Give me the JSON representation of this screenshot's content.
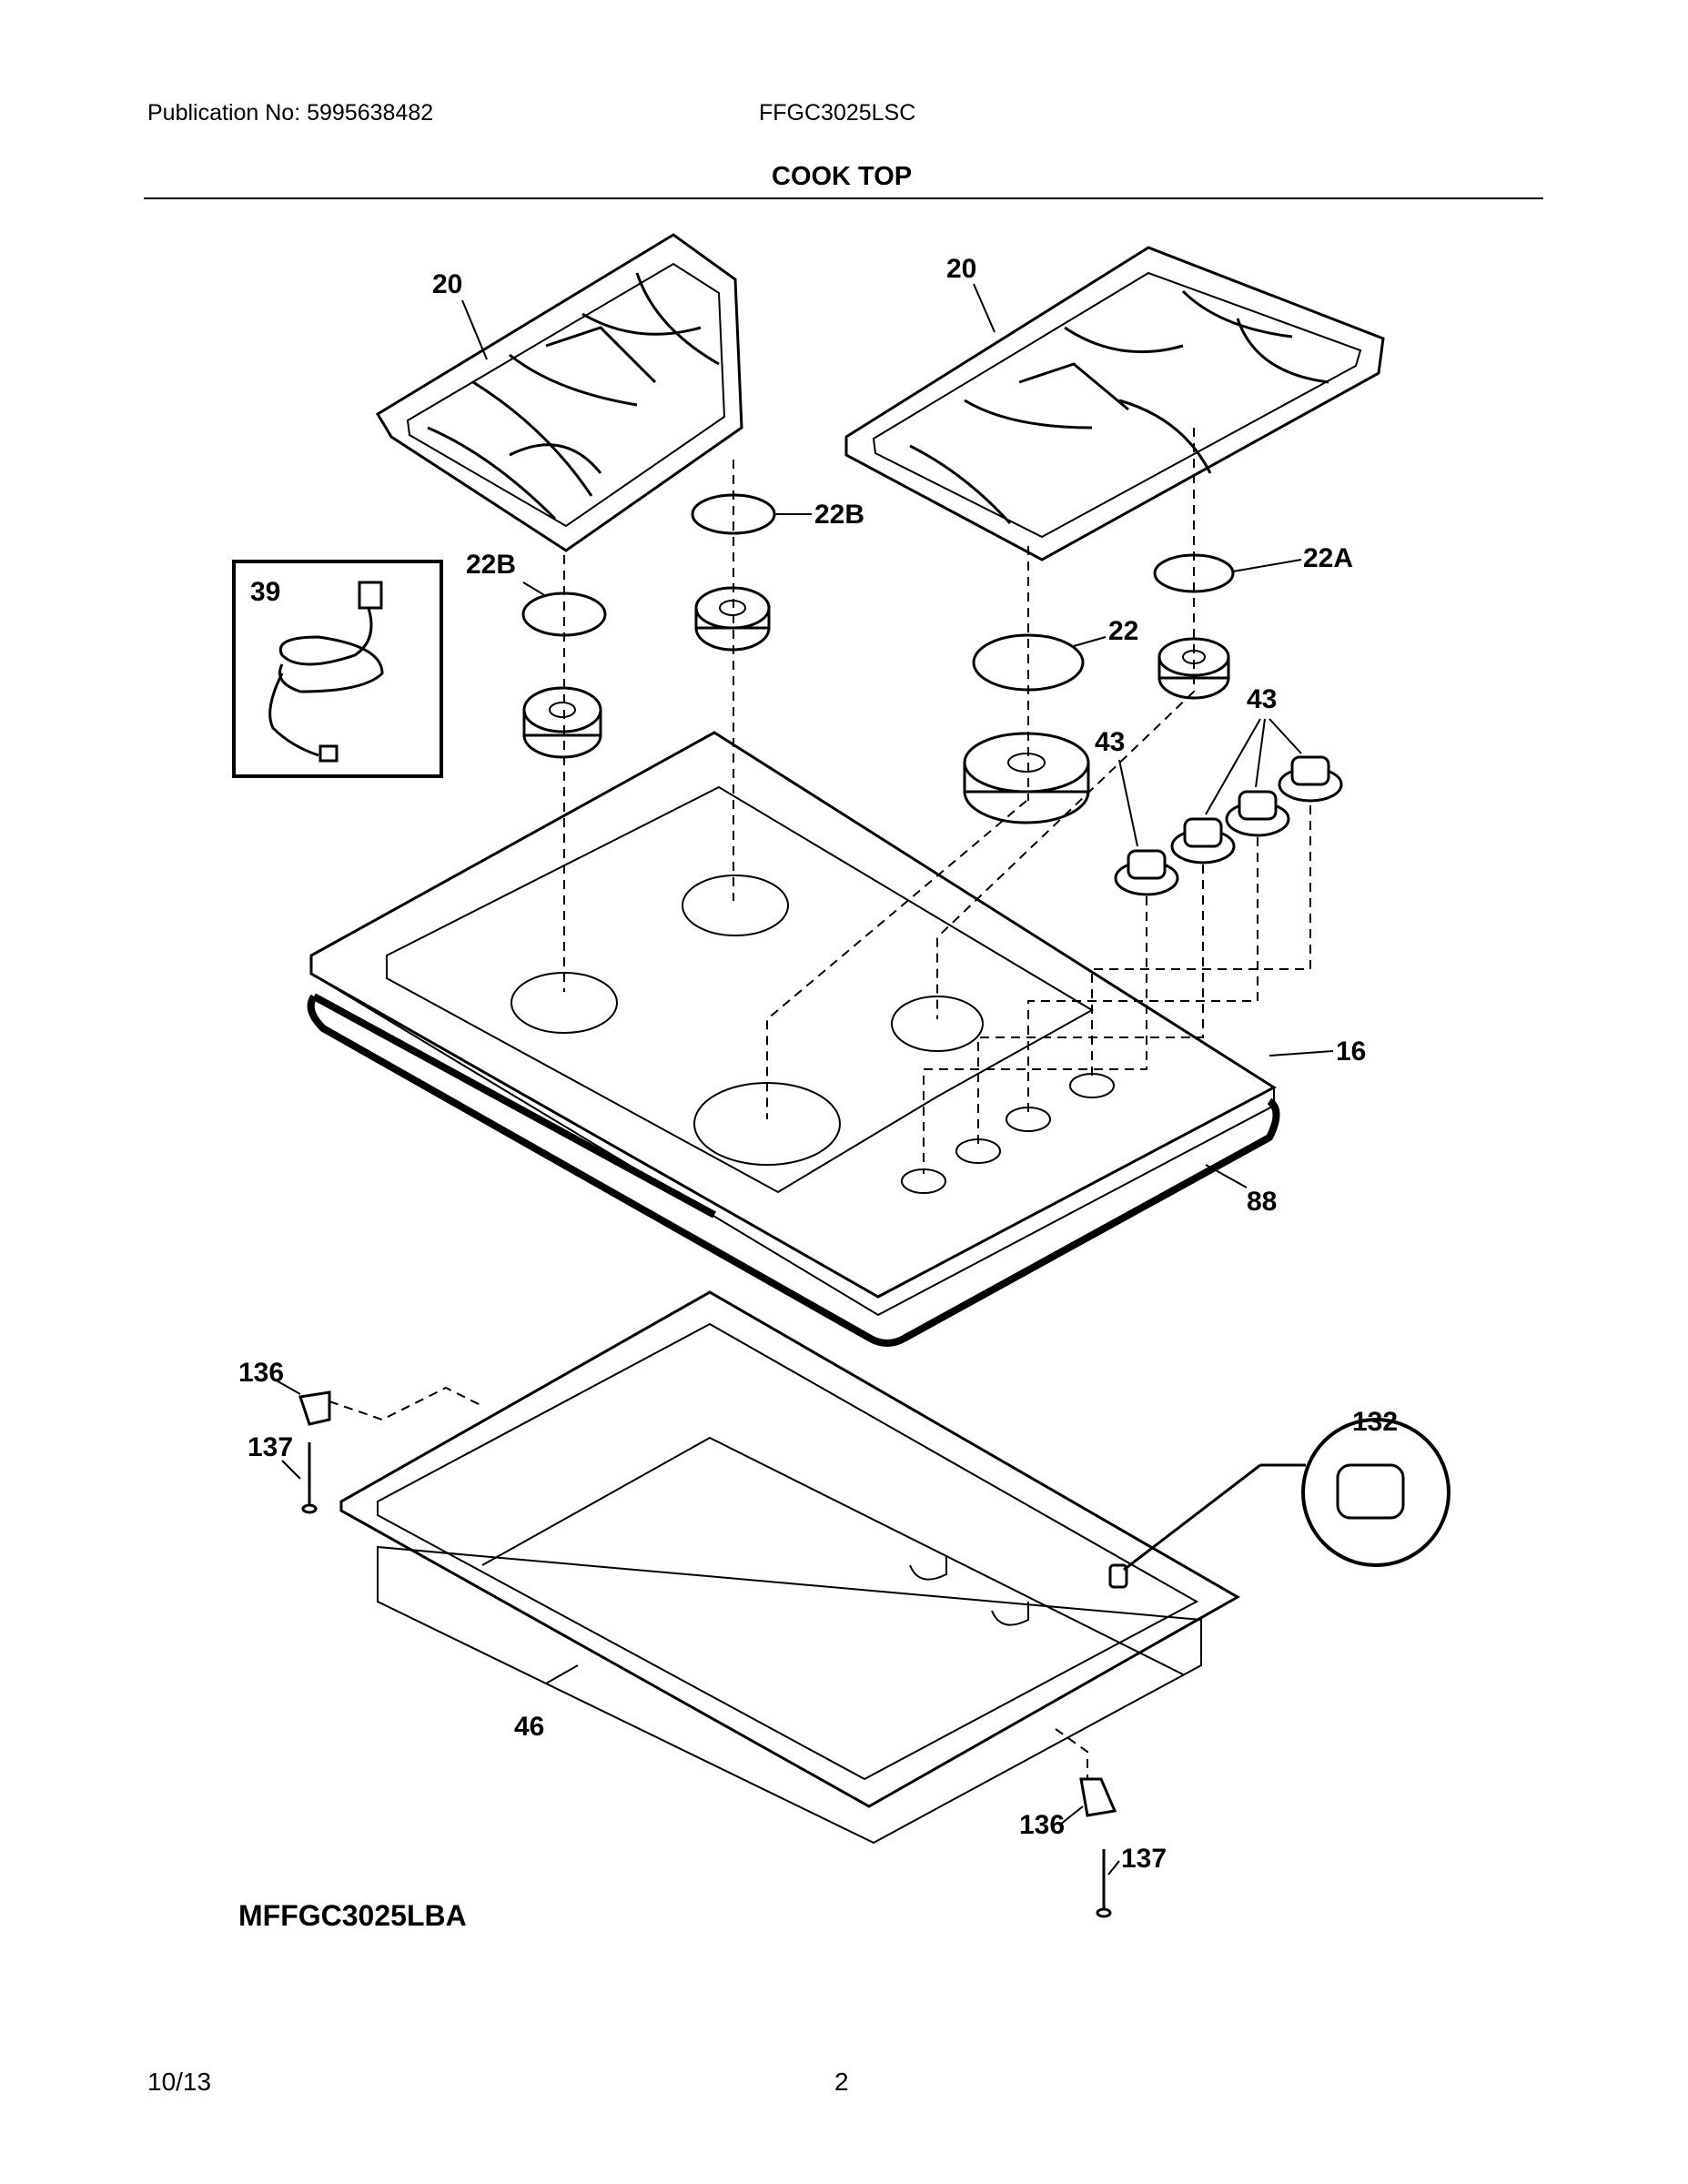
{
  "header": {
    "publication": "Publication No: 5995638482",
    "model_number": "FFGC3025LSC",
    "section_title": "COOK TOP"
  },
  "footer": {
    "date": "10/13",
    "page": "2"
  },
  "diagram": {
    "model_label": "MFFGC3025LBA",
    "callouts": {
      "grate_left": "20",
      "grate_right": "20",
      "cap_22b_top": "22B",
      "cap_22b_left": "22B",
      "cap_22a": "22A",
      "cap_22": "22",
      "power_cord": "39",
      "knob_left": "43",
      "knob_group": "43",
      "cooktop": "16",
      "gasket": "88",
      "bracket_left": "136",
      "screw_left": "137",
      "bracket_right": "136",
      "screw_right": "137",
      "burner_box": "46",
      "spark_module": "132"
    }
  }
}
